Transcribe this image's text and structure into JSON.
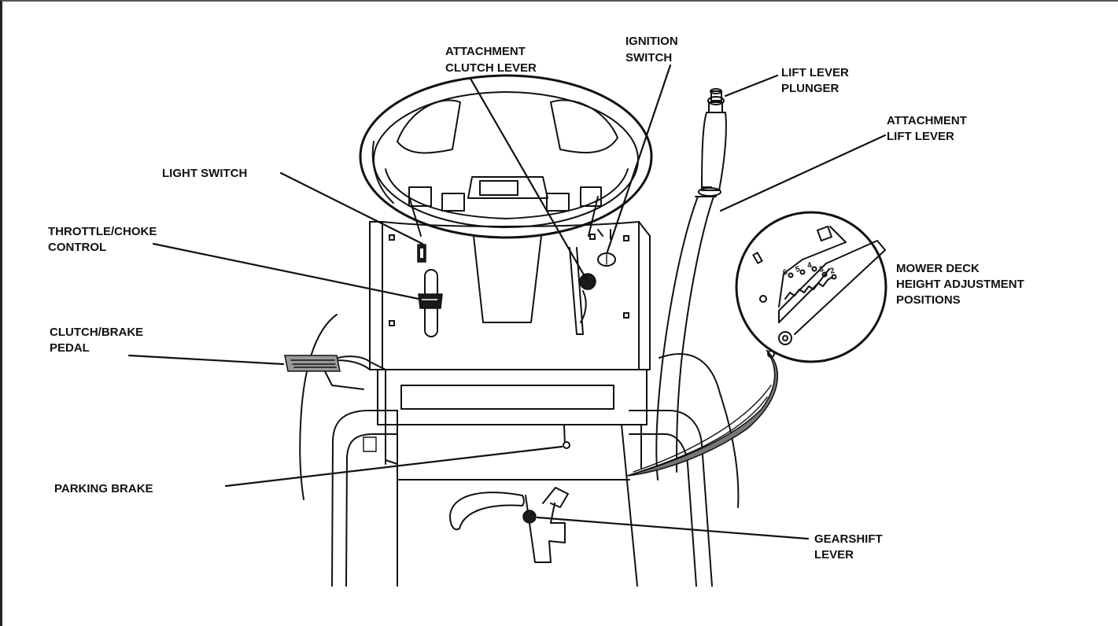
{
  "labels": {
    "attachment_clutch_lever": [
      "ATTACHMENT",
      "CLUTCH LEVER"
    ],
    "ignition_switch": [
      "IGNITION",
      "SWITCH"
    ],
    "lift_lever_plunger": [
      "LIFT LEVER",
      "PLUNGER"
    ],
    "attachment_lift_lever": [
      "ATTACHMENT",
      "LIFT LEVER"
    ],
    "light_switch": [
      "LIGHT SWITCH"
    ],
    "throttle_choke_control": [
      "THROTTLE/CHOKE",
      "CONTROL"
    ],
    "mower_deck_height": [
      "MOWER DECK",
      "HEIGHT ADJUSTMENT",
      "POSITIONS"
    ],
    "clutch_brake_pedal": [
      "CLUTCH/BRAKE",
      "PEDAL"
    ],
    "parking_brake": [
      "PARKING BRAKE"
    ],
    "gearshift_lever": [
      "GEARSHIFT",
      "LEVER"
    ]
  },
  "height_positions": [
    "6",
    "5",
    "4",
    "3",
    "2"
  ]
}
